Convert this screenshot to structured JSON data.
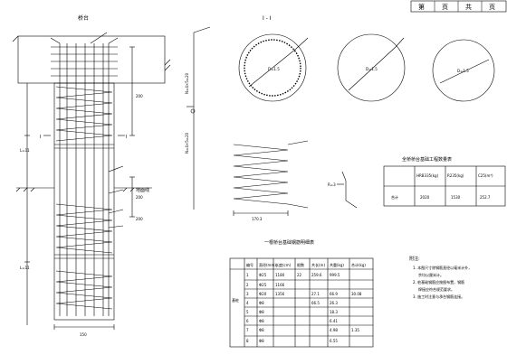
{
  "title_block": {
    "cell_1": "第",
    "cell_2": "页",
    "cell_3": "共",
    "cell_4": "页"
  },
  "elevation": {
    "title": "桥台",
    "ground_label": "地面线",
    "dim_top": "200",
    "dim_mid_1": "200",
    "dim_mid_2": "200",
    "dim_left_1": "L=11",
    "dim_left_2": "L=11",
    "dim_bottom": "150",
    "cut_mark": "I",
    "pile_label_1": "I",
    "pile_label_2": "I"
  },
  "section": {
    "title": "I - I",
    "circle1_label": "D=1.5",
    "circle2_label": "D=1.5",
    "circle3_label": "D=1.5"
  },
  "spiral": {
    "dim_label": "170.3",
    "side_label_1": "N=4×5=20",
    "side_label_2": "N=4×5=20"
  },
  "hook_detail": {
    "label": "R=3"
  },
  "material_table": {
    "title": "全桥桥台基础工程数量表",
    "headers": [
      "",
      "HRB335(kg)",
      "R235(kg)",
      "C25(m³)"
    ],
    "row": [
      "合计",
      "2020",
      "1530",
      "252.7"
    ]
  },
  "rebar_table": {
    "title": "一根桥台基础钢筋明细表",
    "headers": [
      "编号",
      "直径(mm)",
      "长度(cm)",
      "根数",
      "共长(m)",
      "共重(kg)",
      "合计(kg)"
    ],
    "rows": [
      [
        "1",
        "Φ25",
        "1180",
        "22",
        "259.6",
        "999.5",
        ""
      ],
      [
        "2",
        "Φ25",
        "1166",
        "",
        "",
        "",
        ""
      ],
      [
        "3",
        "Φ20",
        "1356",
        "",
        "27.1",
        "66.9",
        "30.08"
      ],
      [
        "4",
        "Φ8",
        "",
        "",
        "66.5",
        "26.3",
        ""
      ],
      [
        "5",
        "Φ8",
        "",
        "",
        "",
        "18.3",
        ""
      ],
      [
        "6",
        "Φ8",
        "",
        "",
        "",
        "6.41",
        ""
      ],
      [
        "7",
        "Φ8",
        "",
        "",
        "",
        "4.98",
        "1.35"
      ],
      [
        "8",
        "Φ8",
        "",
        "",
        "",
        "6.55",
        ""
      ]
    ],
    "group_label": "基桩"
  },
  "notes": {
    "title": "附注:",
    "lines": [
      "1. 本图尺寸除钢筋直径以毫米计外，",
      "余均以厘米计。",
      "2. 桩基础钢筋应按图布置，钢筋",
      "焊接应符合规范要求。",
      "3. 施工时注意与承台钢筋连接。"
    ]
  }
}
